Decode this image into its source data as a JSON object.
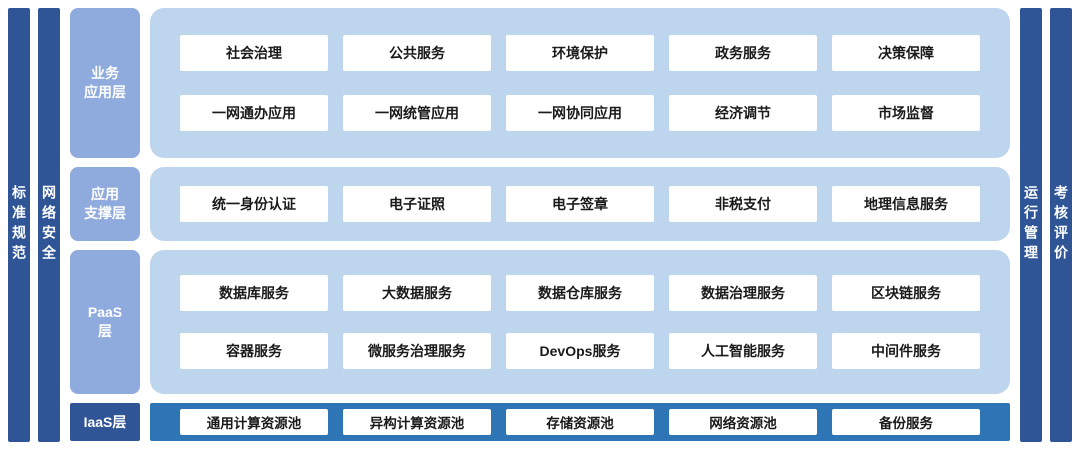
{
  "colors": {
    "dark_blue": "#2F5597",
    "medium_blue": "#2E75B6",
    "label_blue": "#8FAADC",
    "container_blue": "#BDD6EE",
    "box_bg": "#FFFFFF",
    "box_text": "#1A1A1A"
  },
  "side_bars": {
    "left": [
      {
        "label": "标准规范"
      },
      {
        "label": "网络安全"
      }
    ],
    "right": [
      {
        "label": "运行管理"
      },
      {
        "label": "考核评价"
      }
    ]
  },
  "layers": [
    {
      "id": "business",
      "label_lines": [
        "业务",
        "应用层"
      ],
      "rows": [
        [
          "社会治理",
          "公共服务",
          "环境保护",
          "政务服务",
          "决策保障"
        ],
        [
          "一网通办应用",
          "一网统管应用",
          "一网协同应用",
          "经济调节",
          "市场监督"
        ]
      ]
    },
    {
      "id": "support",
      "label_lines": [
        "应用",
        "支撑层"
      ],
      "rows": [
        [
          "统一身份认证",
          "电子证照",
          "电子签章",
          "非税支付",
          "地理信息服务"
        ]
      ]
    },
    {
      "id": "paas",
      "label_lines": [
        "PaaS",
        "层"
      ],
      "rows": [
        [
          "数据库服务",
          "大数据服务",
          "数据仓库服务",
          "数据治理服务",
          "区块链服务"
        ],
        [
          "容器服务",
          "微服务治理服务",
          "DevOps服务",
          "人工智能服务",
          "中间件服务"
        ]
      ]
    },
    {
      "id": "iaas",
      "label_lines": [
        "IaaS层"
      ],
      "rows": [
        [
          "通用计算资源池",
          "异构计算资源池",
          "存储资源池",
          "网络资源池",
          "备份服务"
        ]
      ]
    }
  ]
}
